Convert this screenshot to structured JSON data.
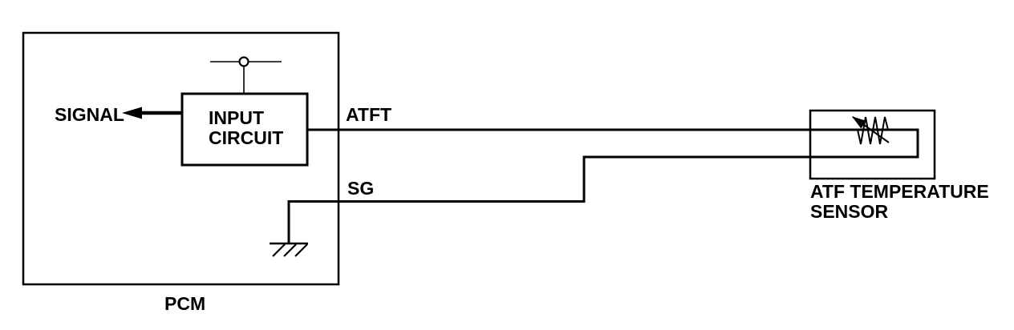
{
  "colors": {
    "background": "#ffffff",
    "line": "#000000"
  },
  "pcm": {
    "label": "PCM",
    "signal_label": "SIGNAL",
    "input_circuit": {
      "line1": "INPUT",
      "line2": "CIRCUIT"
    },
    "pins": {
      "atft": "ATFT",
      "sg": "SG"
    }
  },
  "sensor": {
    "label_line1": "ATF TEMPERATURE",
    "label_line2": "SENSOR"
  }
}
